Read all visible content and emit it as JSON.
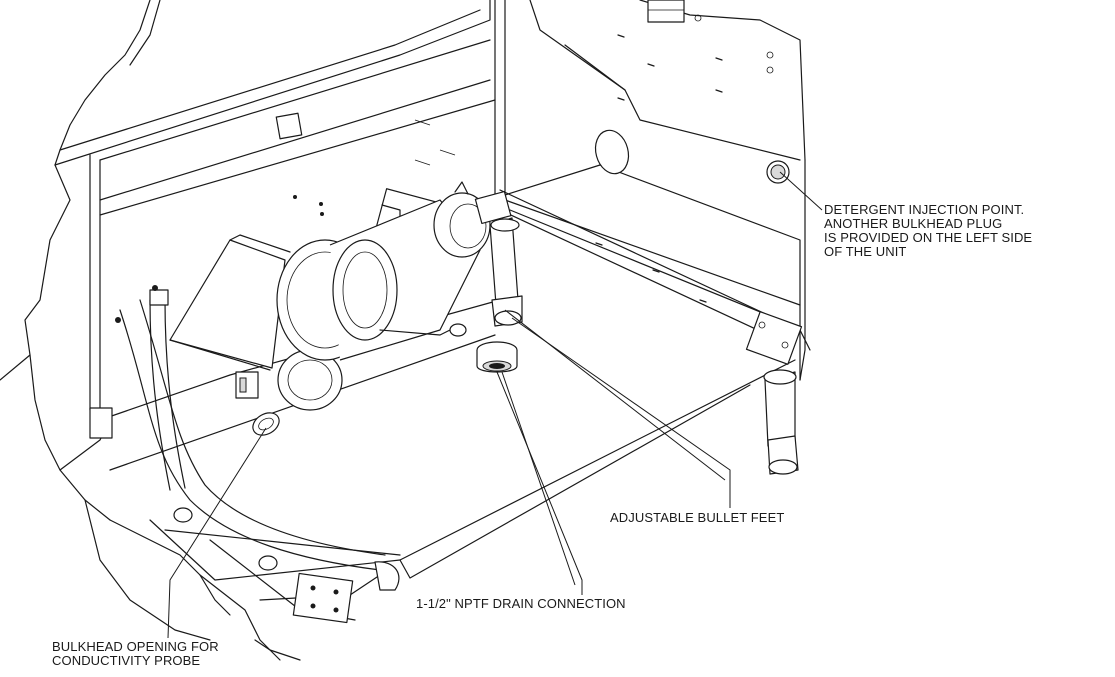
{
  "callouts": {
    "detergent": {
      "line1": "DETERGENT INJECTION POINT.",
      "line2": "ANOTHER BULKHEAD PLUG",
      "line3": "IS PROVIDED ON THE LEFT SIDE",
      "line4": "OF THE UNIT"
    },
    "feet": {
      "line1": "ADJUSTABLE BULLET FEET"
    },
    "drain": {
      "line1": "1-1/2\" NPTF DRAIN CONNECTION"
    },
    "bulkhead": {
      "line1": "BULKHEAD OPENING FOR",
      "line2": "CONDUCTIVITY PROBE"
    }
  },
  "colors": {
    "line": "#1a1a1a",
    "background": "#ffffff"
  }
}
